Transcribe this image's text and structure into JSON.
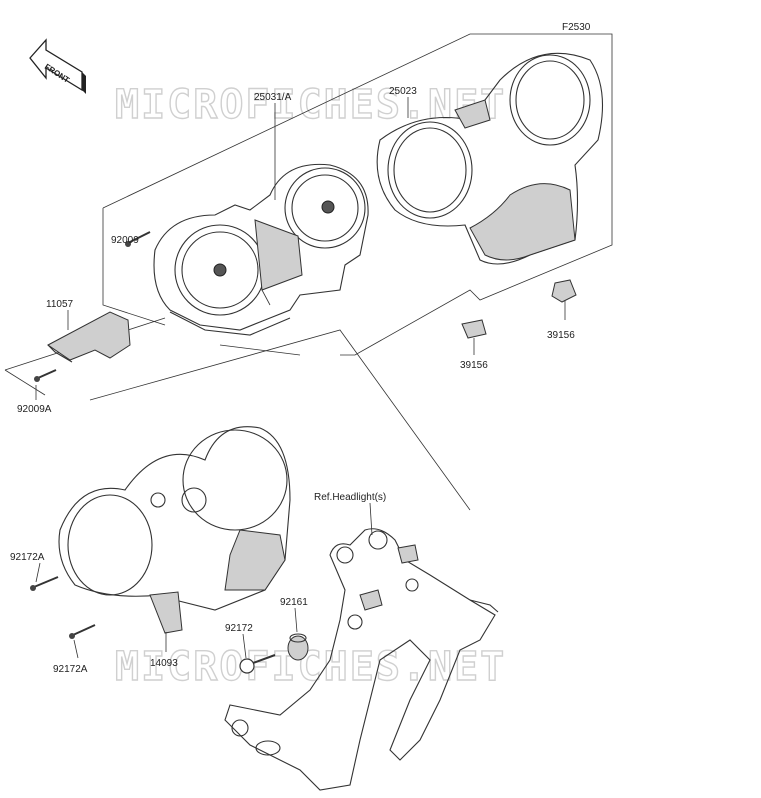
{
  "diagram_id": "F2530",
  "front_label": "FRONT",
  "watermark": "MICROFICHES.NET",
  "reference_note": "Ref.Headlight(s)",
  "parts": {
    "meter_assembly": "25031/A",
    "meter_cover": "25023",
    "screw_top": "92009",
    "bracket": "11057",
    "screw_bracket": "92009A",
    "damper_right": "39156",
    "damper_center": "39156",
    "screw_case_upper": "92172A",
    "screw_case_lower": "92172A",
    "meter_case": "14093",
    "grommet": "92161",
    "screw_grommet": "92172"
  }
}
